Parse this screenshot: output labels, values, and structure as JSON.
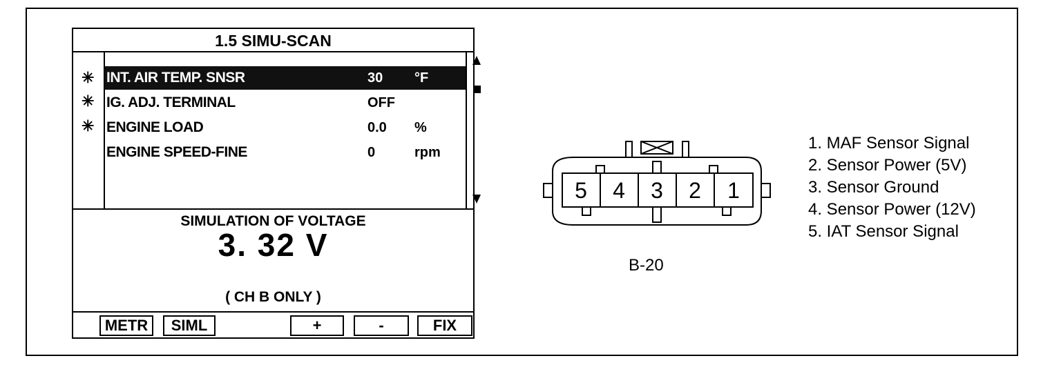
{
  "scanner": {
    "title": "1.5  SIMU-SCAN",
    "rows": [
      {
        "mark": "✳",
        "name": "INT. AIR TEMP. SNSR",
        "value": "30",
        "unit": "°F",
        "selected": true
      },
      {
        "mark": "✳",
        "name": "IG. ADJ. TERMINAL",
        "value": "OFF",
        "unit": "",
        "selected": false
      },
      {
        "mark": "✳",
        "name": "ENGINE LOAD",
        "value": "0.0",
        "unit": "%",
        "selected": false
      },
      {
        "mark": "",
        "name": "ENGINE SPEED-FINE",
        "value": "0",
        "unit": "rpm",
        "selected": false
      }
    ],
    "simulation_title": "SIMULATION OF VOLTAGE",
    "simulation_value": "3. 32  V",
    "channel_note": "(   CH  B  ONLY   )",
    "buttons": {
      "metr": "METR",
      "siml": "SIML",
      "plus": "+",
      "minus": "-",
      "fix": "FIX"
    }
  },
  "connector": {
    "pins": [
      "5",
      "4",
      "3",
      "2",
      "1"
    ],
    "label": "B-20"
  },
  "legend": [
    "1. MAF Sensor Signal",
    "2. Sensor Power (5V)",
    "3. Sensor Ground",
    "4. Sensor Power (12V)",
    "5. IAT Sensor Signal"
  ]
}
